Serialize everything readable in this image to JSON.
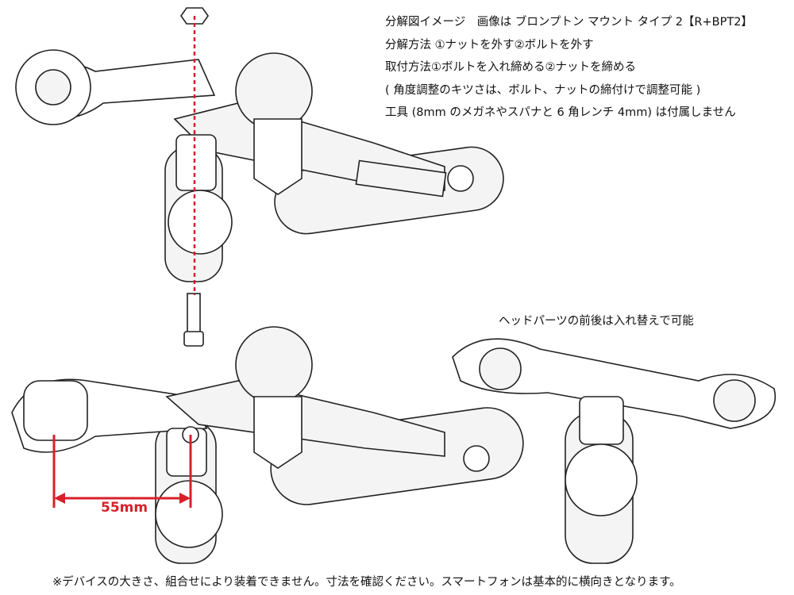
{
  "notes": [
    "分解図イメージ　画像は ブロンプトン マウント タイプ 2【R+BPT2】",
    "分解方法 ①ナットを外す②ボルトを外す",
    "取付方法①ボルトを入れ締める②ナットを締める",
    "( 角度調整のキツさは、ボルト、ナットの締付けで調整可能 )",
    "工具 (8mm のメガネやスパナと 6 角レンチ 4mm) は付属しません"
  ],
  "swap_note": "ヘッドパーツの前後は入れ替えで可能",
  "dimension_label": "55mm",
  "footer_note": "※デバイスの大きさ、組合せにより装着できません。寸法を確認ください。スマートフォンは基本的に横向きとなります。",
  "colors": {
    "dimension": "#d8202a",
    "line": "#222222"
  }
}
